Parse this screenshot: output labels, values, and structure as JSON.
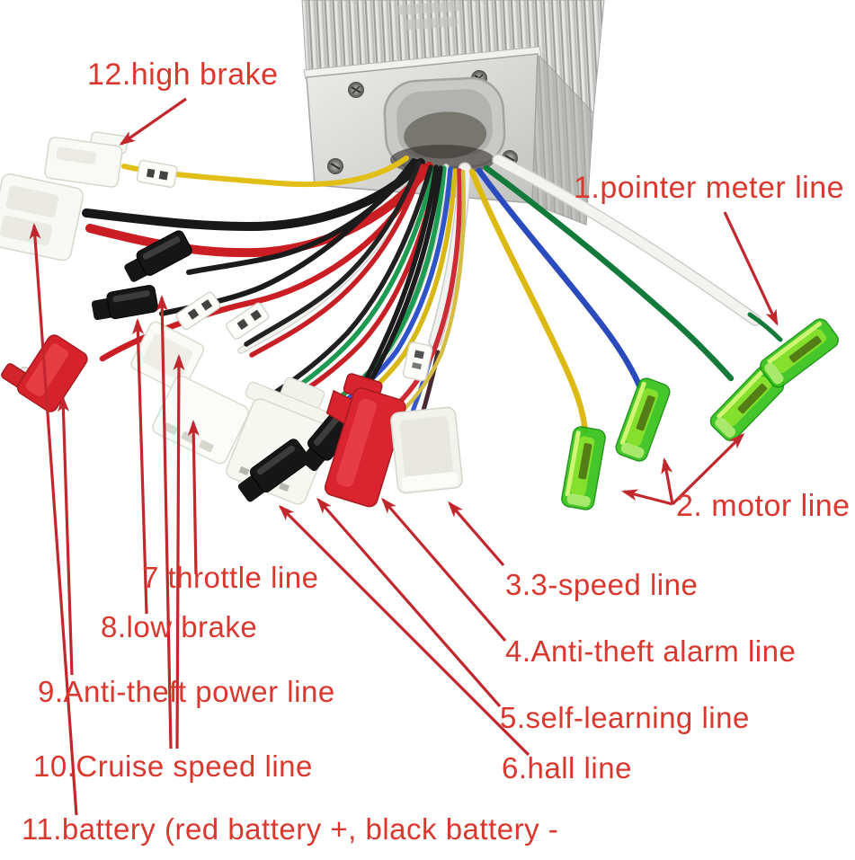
{
  "figure": {
    "description": "Annotated photo of an e-bike brushless motor controller (silver finned box) with its wiring harness fanned out; red arrows label each connector lead",
    "background": "#ffffff"
  },
  "labels": [
    {
      "text": "1.pointer meter line",
      "connector": "green bullet terminal on white-sleeved wire"
    },
    {
      "text": "2. motor line",
      "connector": "three green bullet terminals on yellow, blue and green wires"
    },
    {
      "text": "3.3-speed line",
      "connector": "white multi-pin connector"
    },
    {
      "text": "4.Anti-theft alarm line",
      "connector": "red latching connector"
    },
    {
      "text": "5.self-learning line",
      "connector": "black SM plug"
    },
    {
      "text": "6.hall line",
      "connector": "black SM plug"
    },
    {
      "text": "7 throttle line",
      "connector": "white connector with throttle tag"
    },
    {
      "text": "8.low brake",
      "connector": "black SM plug"
    },
    {
      "text": "9.Anti-theft power line",
      "connector": "red connector"
    },
    {
      "text": "10.Cruise speed line",
      "connector": "black SM plug and white connector"
    },
    {
      "text": "11.battery  (red battery +,  black battery -",
      "connector": "large white battery connector with thick red and black wires"
    },
    {
      "text": "12.high brake",
      "connector": "white connector on yellow wire"
    }
  ],
  "colors": {
    "annotation_text": "#da372e",
    "arrow": "#c1272d",
    "wire_red": "#cb1e24",
    "wire_black": "#1a1a1a",
    "wire_yellow": "#ddba12",
    "wire_blue": "#2a4abd",
    "wire_green": "#137a3b",
    "wire_white": "#f2f2ef",
    "connector_green": "#38c31d",
    "connector_red": "#d6232b",
    "connector_white": "#f8f8f4",
    "connector_black": "#161616",
    "controller_metal": "#d2d2d0"
  }
}
